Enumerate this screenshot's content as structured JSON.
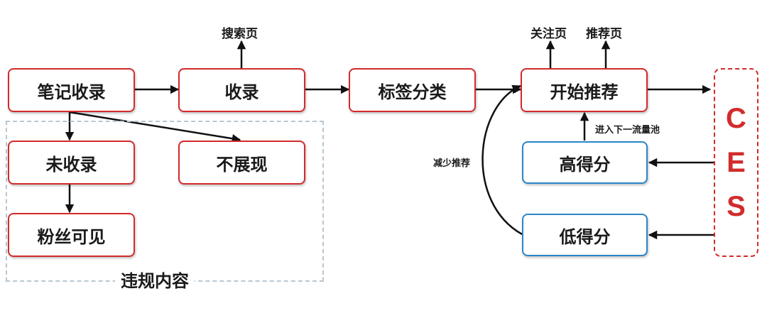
{
  "nodes": {
    "note_index": "笔记收录",
    "indexed": "收录",
    "tag_classify": "标签分类",
    "start_recommend": "开始推荐",
    "not_indexed": "未收录",
    "not_shown": "不展现",
    "fans_visible": "粉丝可见",
    "high_score": "高得分",
    "low_score": "低得分"
  },
  "labels": {
    "search_page": "搜索页",
    "follow_page": "关注页",
    "recommend_page": "推荐页",
    "next_pool": "进入下一流量池",
    "reduce_recommend": "减少推荐"
  },
  "group": {
    "title": "违规内容"
  },
  "ces": {
    "letters": [
      "C",
      "E",
      "S"
    ]
  },
  "colors": {
    "red": "#d22b2b",
    "blue": "#2a86c9",
    "dashed_group": "#b8c6cf"
  }
}
